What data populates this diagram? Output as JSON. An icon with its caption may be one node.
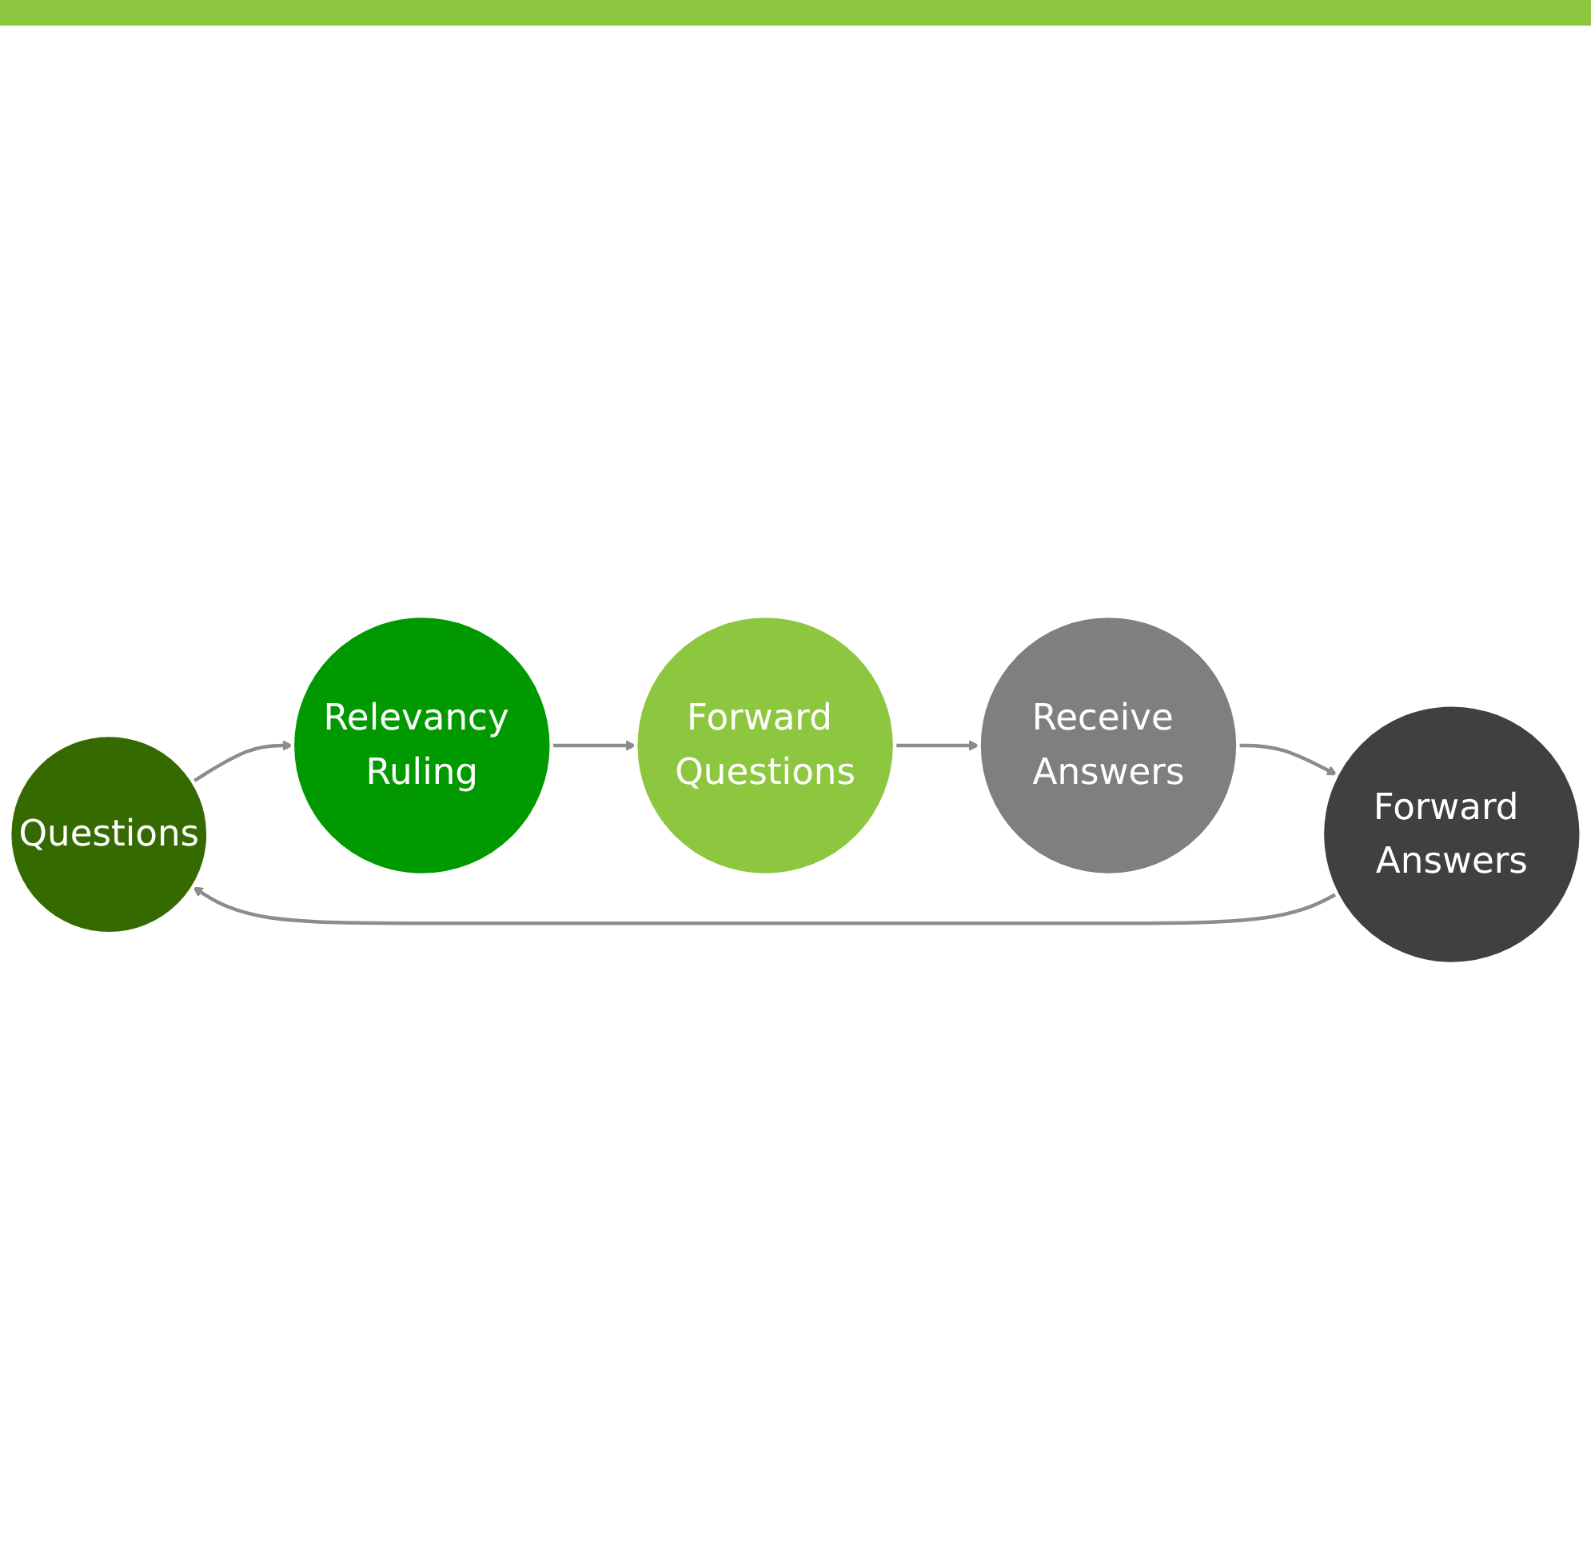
{
  "diagram": {
    "nodes": [
      {
        "text": [
          "Questions"
        ]
      },
      {
        "text": [
          "Relevancy Ruling"
        ]
      },
      {
        "text": [
          "Forward Questions"
        ]
      },
      {
        "text": [
          "Receive Answers"
        ]
      },
      {
        "text": [
          "Forward Answers"
        ]
      }
    ],
    "edges": [
      {
        "from": 0,
        "to": 1,
        "arrow": "to"
      },
      {
        "from": 1,
        "to": 2,
        "arrow": "to"
      },
      {
        "from": 2,
        "to": 3,
        "arrow": "to"
      },
      {
        "from": 3,
        "to": 4,
        "arrow": "to"
      },
      {
        "from": 4,
        "to": 0,
        "arrow": "to"
      }
    ]
  }
}
